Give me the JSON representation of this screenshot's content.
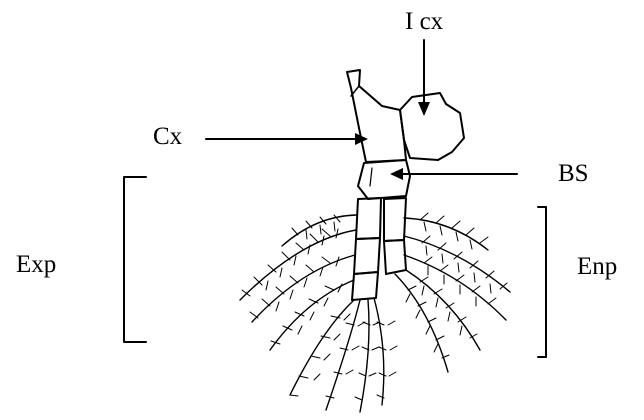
{
  "labels": {
    "inner_coxa": "I cx",
    "coxa": "Cx",
    "basis": "BS",
    "exopod": "Exp",
    "endopod": "Enp"
  },
  "colors": {
    "ink": "#000000",
    "background": "#ffffff"
  }
}
